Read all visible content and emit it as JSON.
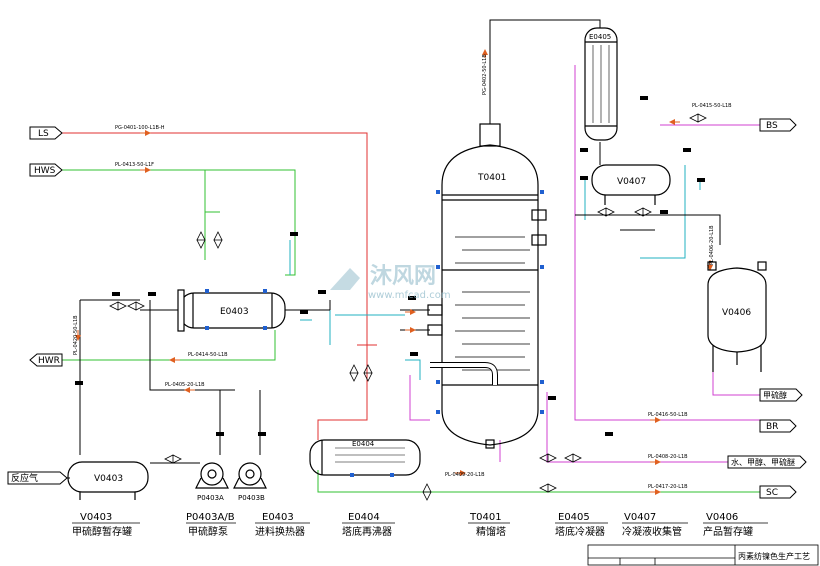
{
  "equipment": {
    "T0401": "T0401",
    "E0403": "E0403",
    "E0404": "E0404",
    "E0405": "E0405",
    "V0403": "V0403",
    "V0406": "V0406",
    "V0407": "V0407",
    "P0403A": "P0403A",
    "P0403B": "P0403B"
  },
  "offpage": {
    "LS": "LS",
    "HWS": "HWS",
    "HWR": "HWR",
    "feed_gas": "反应气",
    "BS": "BS",
    "BR": "BR",
    "SC": "SC",
    "methanol_out": "甲硫醇",
    "water_out": "水、甲醇、甲硫醚"
  },
  "line_labels": {
    "ls_line": "PG-0401-100-L1B-H",
    "hws_line": "PL-0413-50-L1F",
    "hwr_line": "PL-0414-50-L1B",
    "feed_line": "PL-0420-50-L1B",
    "pump_line": "PL-0405-20-L1B",
    "top_vapor": "PG-0402-50-L1B",
    "bs_line": "PL-0415-50-L1B",
    "reflux_line": "PL-0406-20-L1B",
    "br_line": "PL-0416-50-L1B",
    "bottom_line": "PL-0409-20-L1B",
    "water_line": "PL-0408-20-L1B",
    "sc_line": "PL-0417-20-L1B"
  },
  "title_row": {
    "codes": [
      "V0403",
      "P0403A/B",
      "E0403",
      "E0404",
      "T0401",
      "E0405",
      "V0407",
      "V0406"
    ],
    "names": [
      "甲硫醇暂存罐",
      "甲硫醇泵",
      "进料换热器",
      "塔底再沸器",
      "精馏塔",
      "塔底冷凝器",
      "冷凝液收集管",
      "产品暂存罐"
    ]
  },
  "title_block": {
    "title": "丙素纺镍色生产工艺"
  },
  "watermark": {
    "brand": "沐风网",
    "url": "www.mfcad.com"
  },
  "colors": {
    "process": "#000000",
    "steam": "#e03030",
    "hot_water": "#30c030",
    "product": "#d040d0",
    "cooling": "#20b0c0",
    "arrow": "#e06020"
  }
}
